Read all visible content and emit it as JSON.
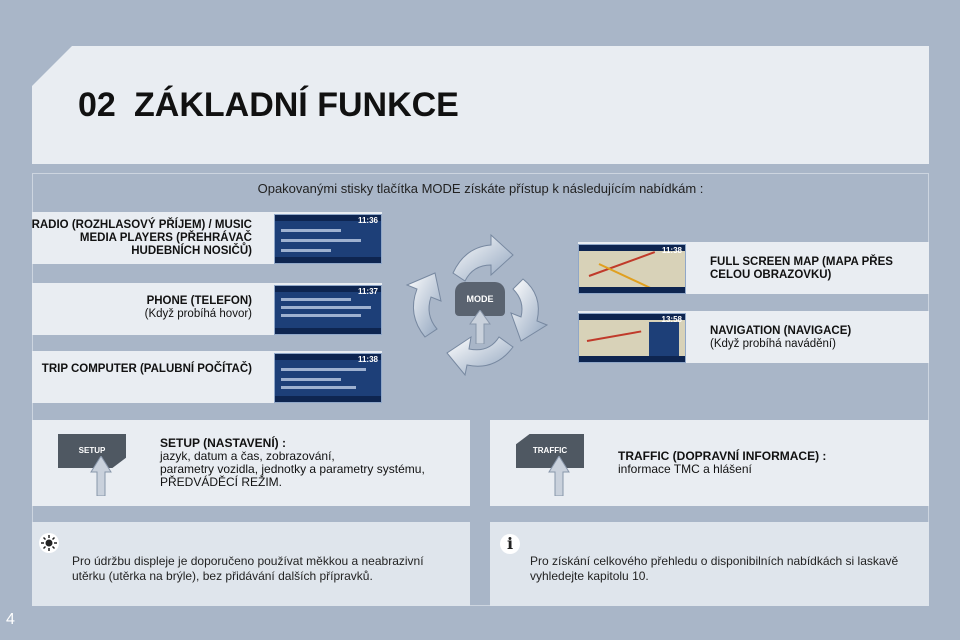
{
  "header": {
    "chapter_number": "02",
    "title": "ZÁKLADNÍ FUNKCE"
  },
  "intro": "Opakovanými stisky tlačítka MODE získáte přístup k následujícím nabídkám :",
  "modes_left": [
    {
      "title": "RADIO (ROZHLASOVÝ PŘÍJEM) / MUSIC MEDIA PLAYERS (PŘEHRÁVAČ HUDEBNÍCH NOSIČŮ)",
      "subtitle": "",
      "time": "11:36"
    },
    {
      "title": "PHONE (TELEFON)",
      "subtitle": "(Když probíhá hovor)",
      "time": "11:37"
    },
    {
      "title": "TRIP COMPUTER (PALUBNÍ POČÍTAČ)",
      "subtitle": "",
      "time": "11:38"
    }
  ],
  "modes_right": [
    {
      "title": "FULL SCREEN MAP (MAPA PŘES CELOU OBRAZOVKU)",
      "subtitle": "",
      "time": "11:38"
    },
    {
      "title": "NAVIGATION (NAVIGACE)",
      "subtitle": "(Když probíhá navádění)",
      "time": "13:58"
    }
  ],
  "center_key": "MODE",
  "setup": {
    "key": "SETUP",
    "title": "SETUP (NASTAVENÍ) :",
    "lines": [
      "jazyk, datum a čas, zobrazování,",
      "parametry vozidla, jednotky a parametry systému,",
      "PŘEDVÁDĚCÍ REŽIM."
    ]
  },
  "traffic": {
    "key": "TRAFFIC",
    "title": "TRAFFIC (DOPRAVNÍ INFORMACE) :",
    "lines": [
      "informace TMC a hlášení"
    ]
  },
  "notes": {
    "left": [
      "Pro údržbu displeje je doporučeno používat měkkou a neabrazivní",
      "utěrku (utěrka na brýle), bez přidávání dalších přípravků."
    ],
    "right": [
      "Pro získání celkového přehledu o disponibilních nabídkách si laskavě",
      "vyhledejte kapitolu 10."
    ]
  },
  "page_number": "4",
  "colors": {
    "background": "#a9b6c8",
    "panel": "#e9edf2",
    "screen": "#1d3f78"
  }
}
